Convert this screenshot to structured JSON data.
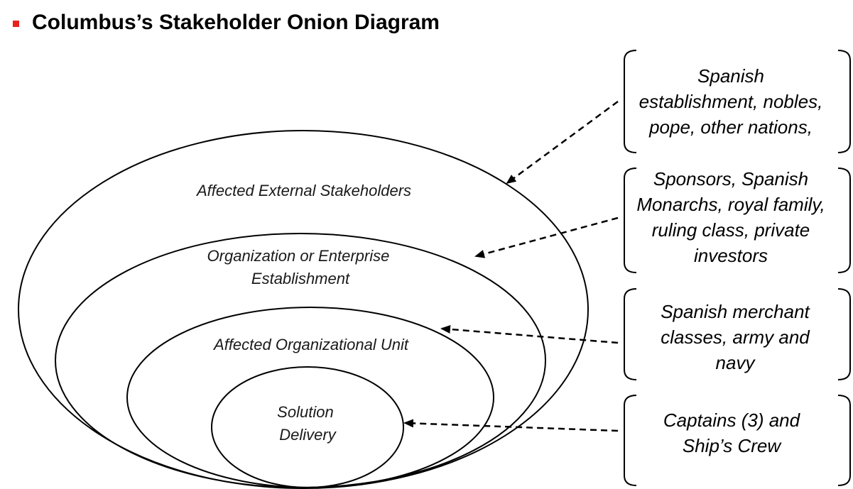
{
  "title": "Columbus’s Stakeholder Onion Diagram",
  "colors": {
    "bullet": "#e8211c",
    "lines": "#000000",
    "text": "#000000"
  },
  "rings": [
    {
      "label_lines": [
        "Affected External Stakeholders"
      ]
    },
    {
      "label_lines": [
        "Organization or Enterprise",
        "Establishment"
      ]
    },
    {
      "label_lines": [
        "Affected Organizational Unit"
      ]
    },
    {
      "label_lines": [
        "Solution",
        "Delivery"
      ]
    }
  ],
  "boxes": [
    {
      "text": "Spanish establishment, nobles, pope, other nations,"
    },
    {
      "text": "Sponsors, Spanish Monarchs, royal family, ruling class, private investors"
    },
    {
      "text": "Spanish merchant classes, army and navy"
    },
    {
      "text": "Captains (3)  and Ship’s Crew"
    }
  ]
}
